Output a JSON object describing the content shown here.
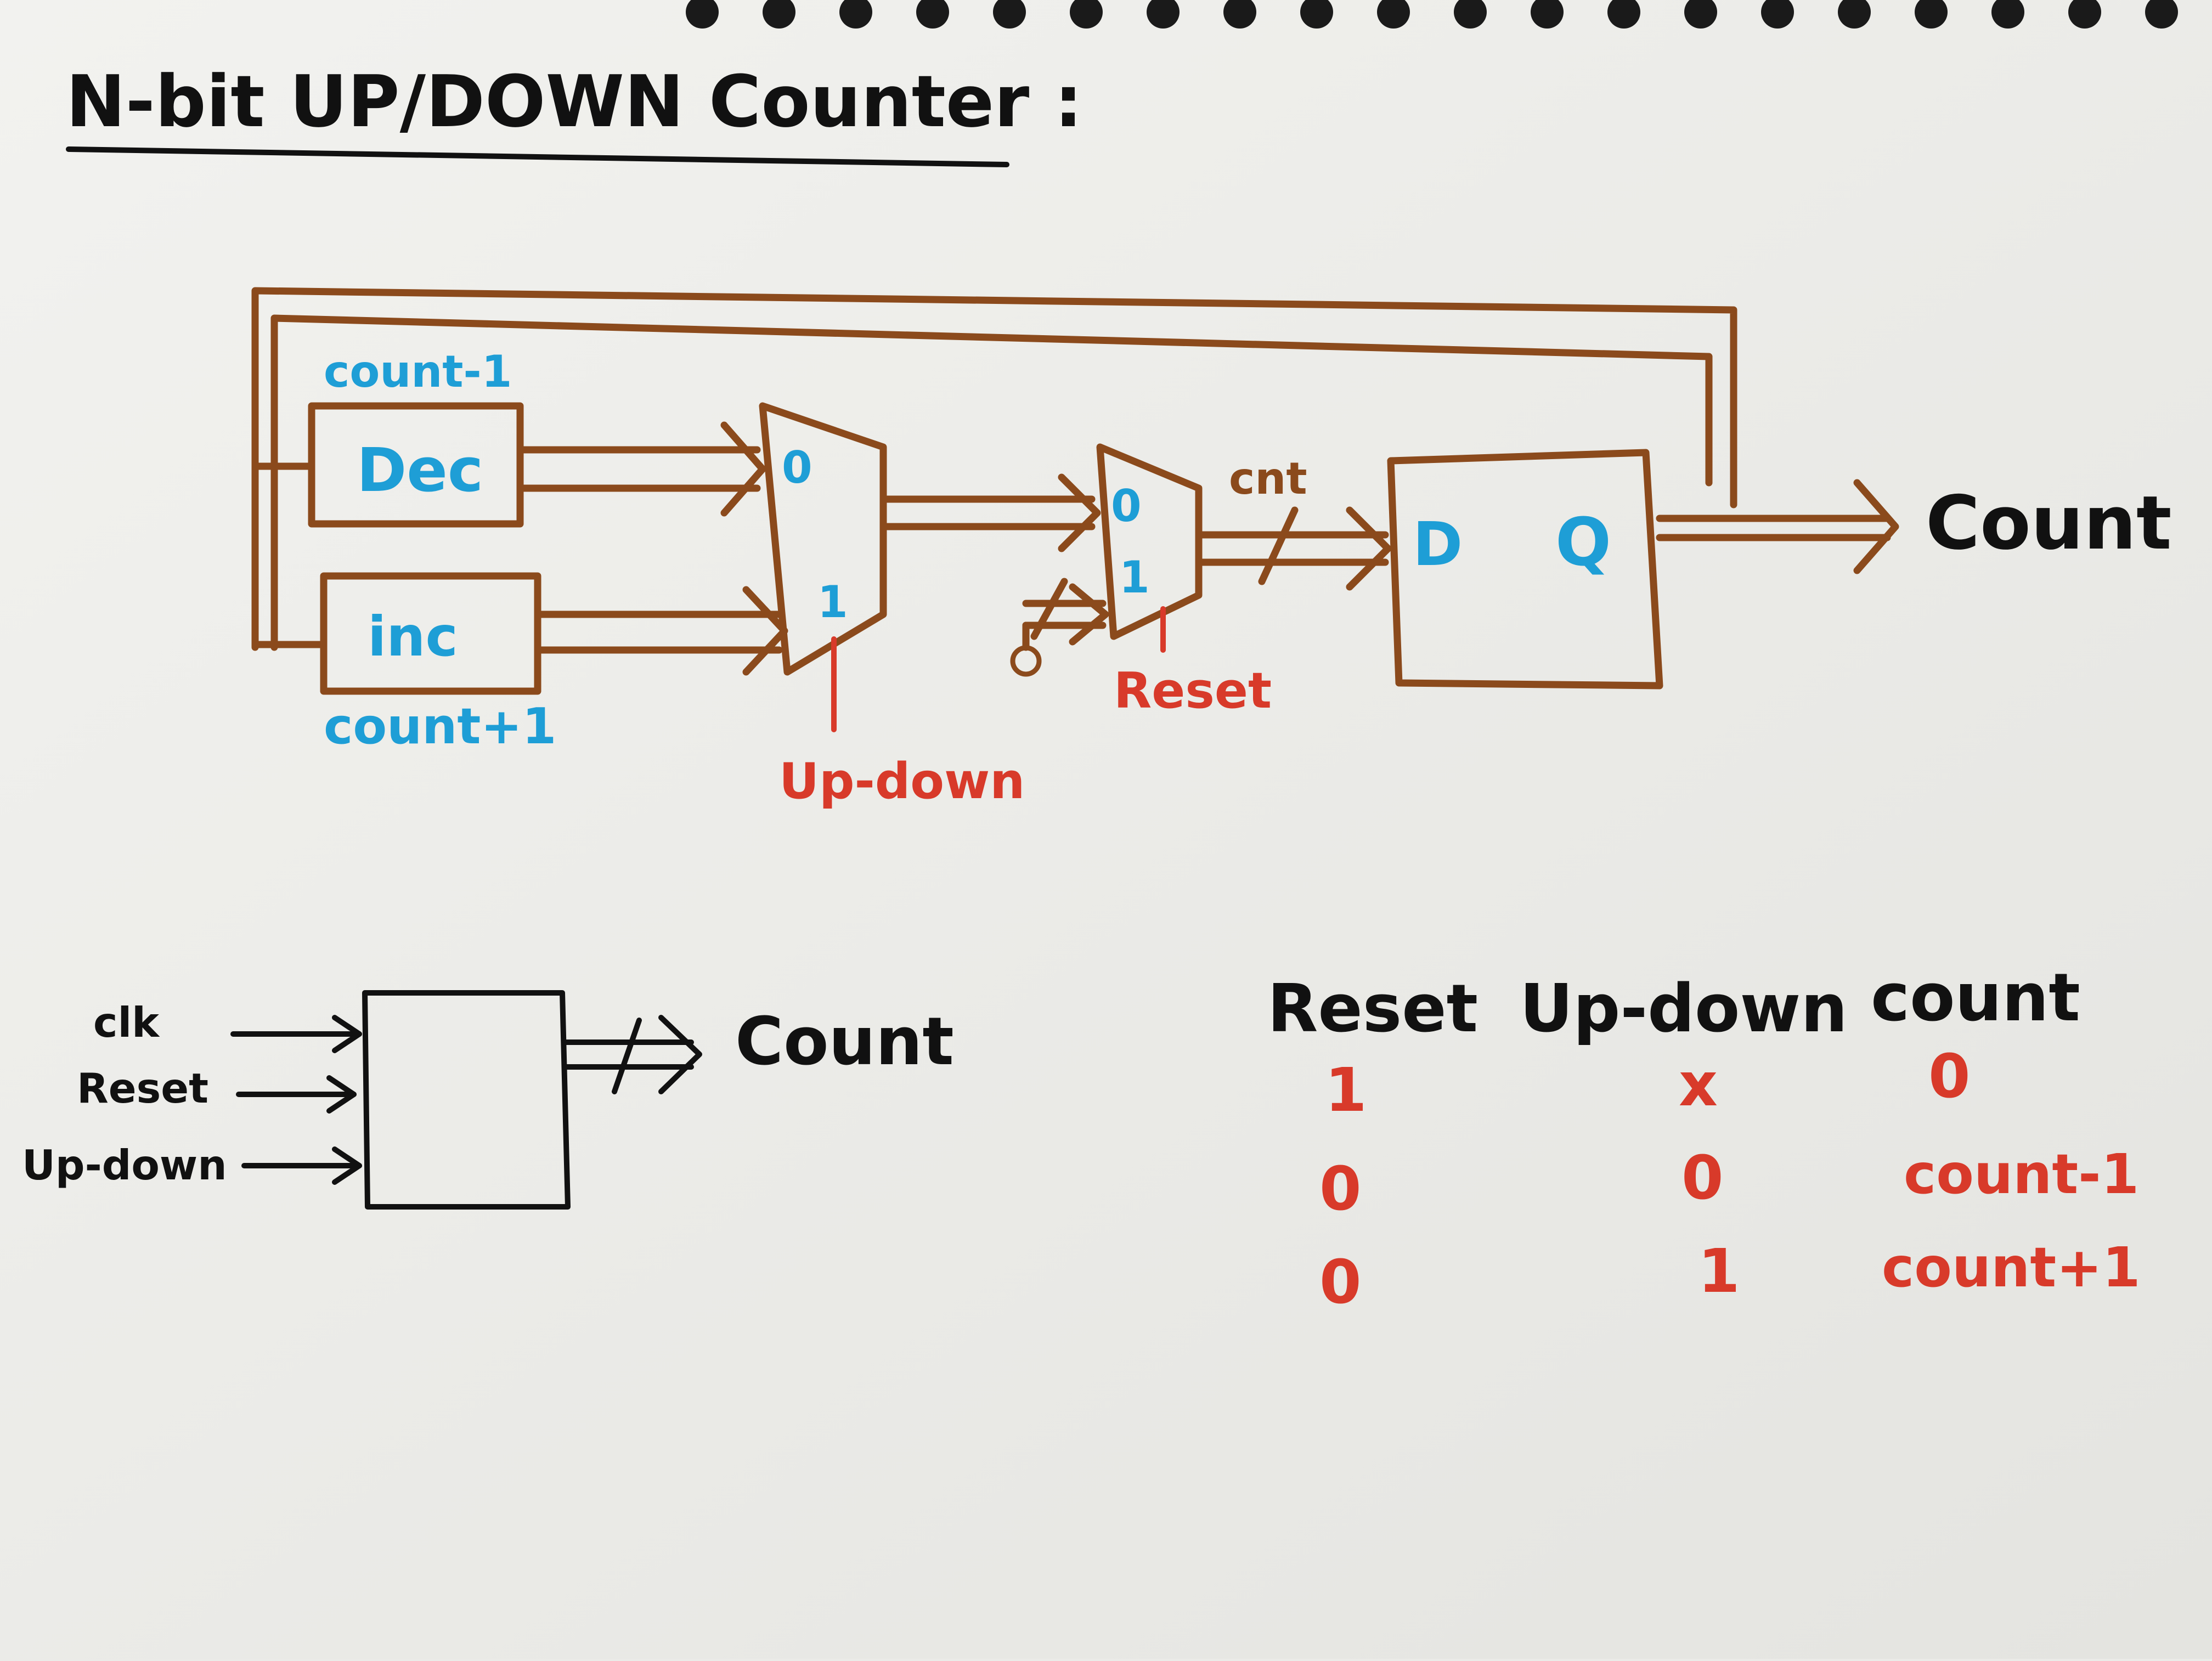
{
  "colors": {
    "paper": "#ebebe8",
    "wire": "#8b4a1c",
    "blue_label": "#1e9ed6",
    "red_label": "#d83a2a",
    "ink": "#111111",
    "spiral": "#1a1a1a"
  },
  "title": "N-bit UP/DOWN Counter :",
  "datapath": {
    "dec_block": {
      "label": "Dec",
      "annotation": "count-1"
    },
    "inc_block": {
      "label": "inc",
      "annotation": "count+1"
    },
    "mux_updown": {
      "input0": "0",
      "input1": "1",
      "select": "Up-down"
    },
    "mux_reset": {
      "input0": "0",
      "input1": "1",
      "constant_in": "0",
      "select": "Reset"
    },
    "bus_label": "cnt",
    "register": {
      "d_label": "D",
      "q_label": "Q"
    },
    "output": "Count"
  },
  "block_symbol": {
    "inputs": [
      "clk",
      "Reset",
      "Up-down"
    ],
    "output": "Count"
  },
  "truth_table": {
    "headers": [
      "Reset",
      "Up-down",
      "count"
    ],
    "rows": [
      [
        "1",
        "x",
        "0"
      ],
      [
        "0",
        "0",
        "count-1"
      ],
      [
        "0",
        "1",
        "count+1"
      ]
    ]
  }
}
